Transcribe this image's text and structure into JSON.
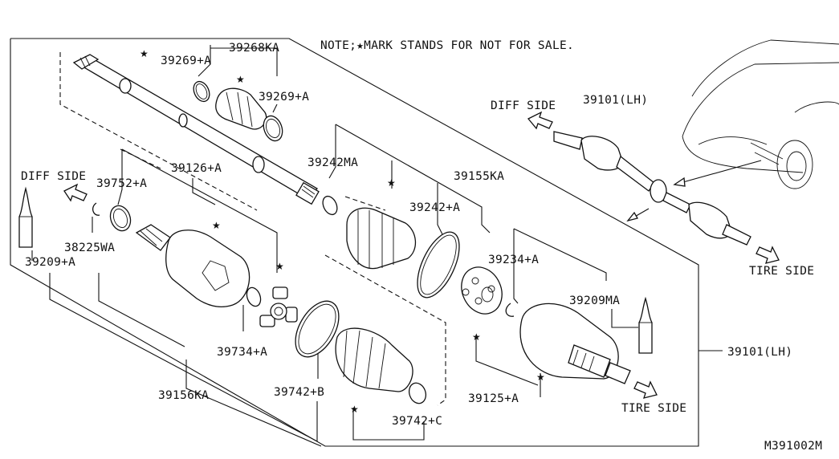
{
  "note": "NOTE;★MARK STANDS FOR NOT FOR SALE.",
  "diagram_code": "M391002M",
  "direction_labels": {
    "diff_side_left": "DIFF SIDE",
    "diff_side_right": "DIFF SIDE",
    "tire_side_bottom": "TIRE SIDE",
    "tire_side_right": "TIRE SIDE"
  },
  "part_labels": {
    "p39268KA": "39268KA",
    "p39269A_top": "39269+A",
    "p39269A_mid": "39269+A",
    "p39242MA": "39242MA",
    "p39155KA": "39155KA",
    "p39126A": "39126+A",
    "p39752A": "39752+A",
    "p39242A": "39242+A",
    "p38225WA": "38225WA",
    "p39209A": "39209+A",
    "p39234A": "39234+A",
    "p39209MA": "39209MA",
    "p39101LH_main": "39101(LH)",
    "p39101LH_inset": "39101(LH)",
    "p39734A": "39734+A",
    "p39742B": "39742+B",
    "p39156KA": "39156KA",
    "p39125A": "39125+A",
    "p39742C": "39742+C"
  },
  "star_glyph": "★"
}
